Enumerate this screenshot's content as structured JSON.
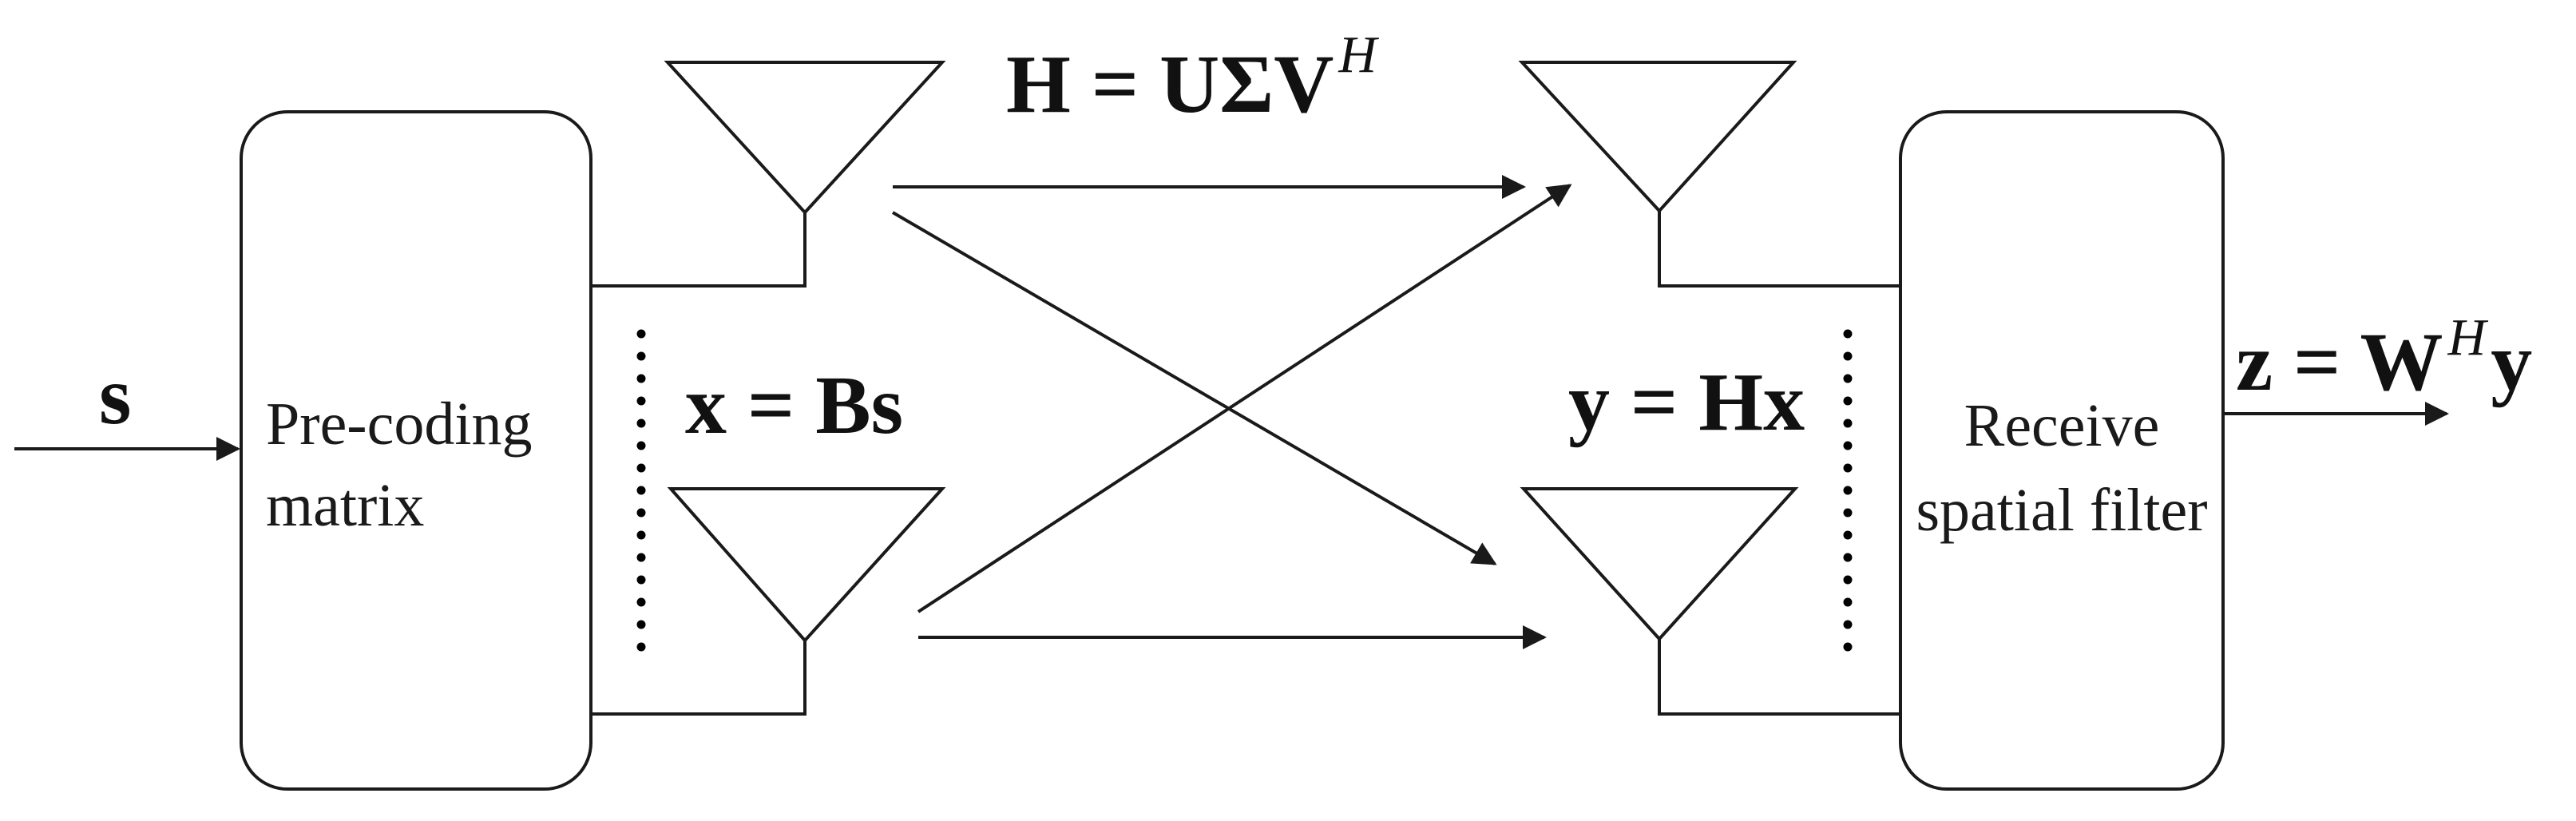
{
  "blocks": {
    "precoder": {
      "line1": "Pre-coding",
      "line2": "matrix"
    },
    "receiver": {
      "line1": "Receive",
      "line2": "spatial filter"
    }
  },
  "signals": {
    "input": "s",
    "transmit_eq": "x = Bs",
    "channel_eq_main": "H = UΣV",
    "channel_eq_sup": "H",
    "receive_eq": "y = Hx",
    "output_eq_left": "z = W",
    "output_eq_sup": "H",
    "output_eq_right": "y"
  }
}
